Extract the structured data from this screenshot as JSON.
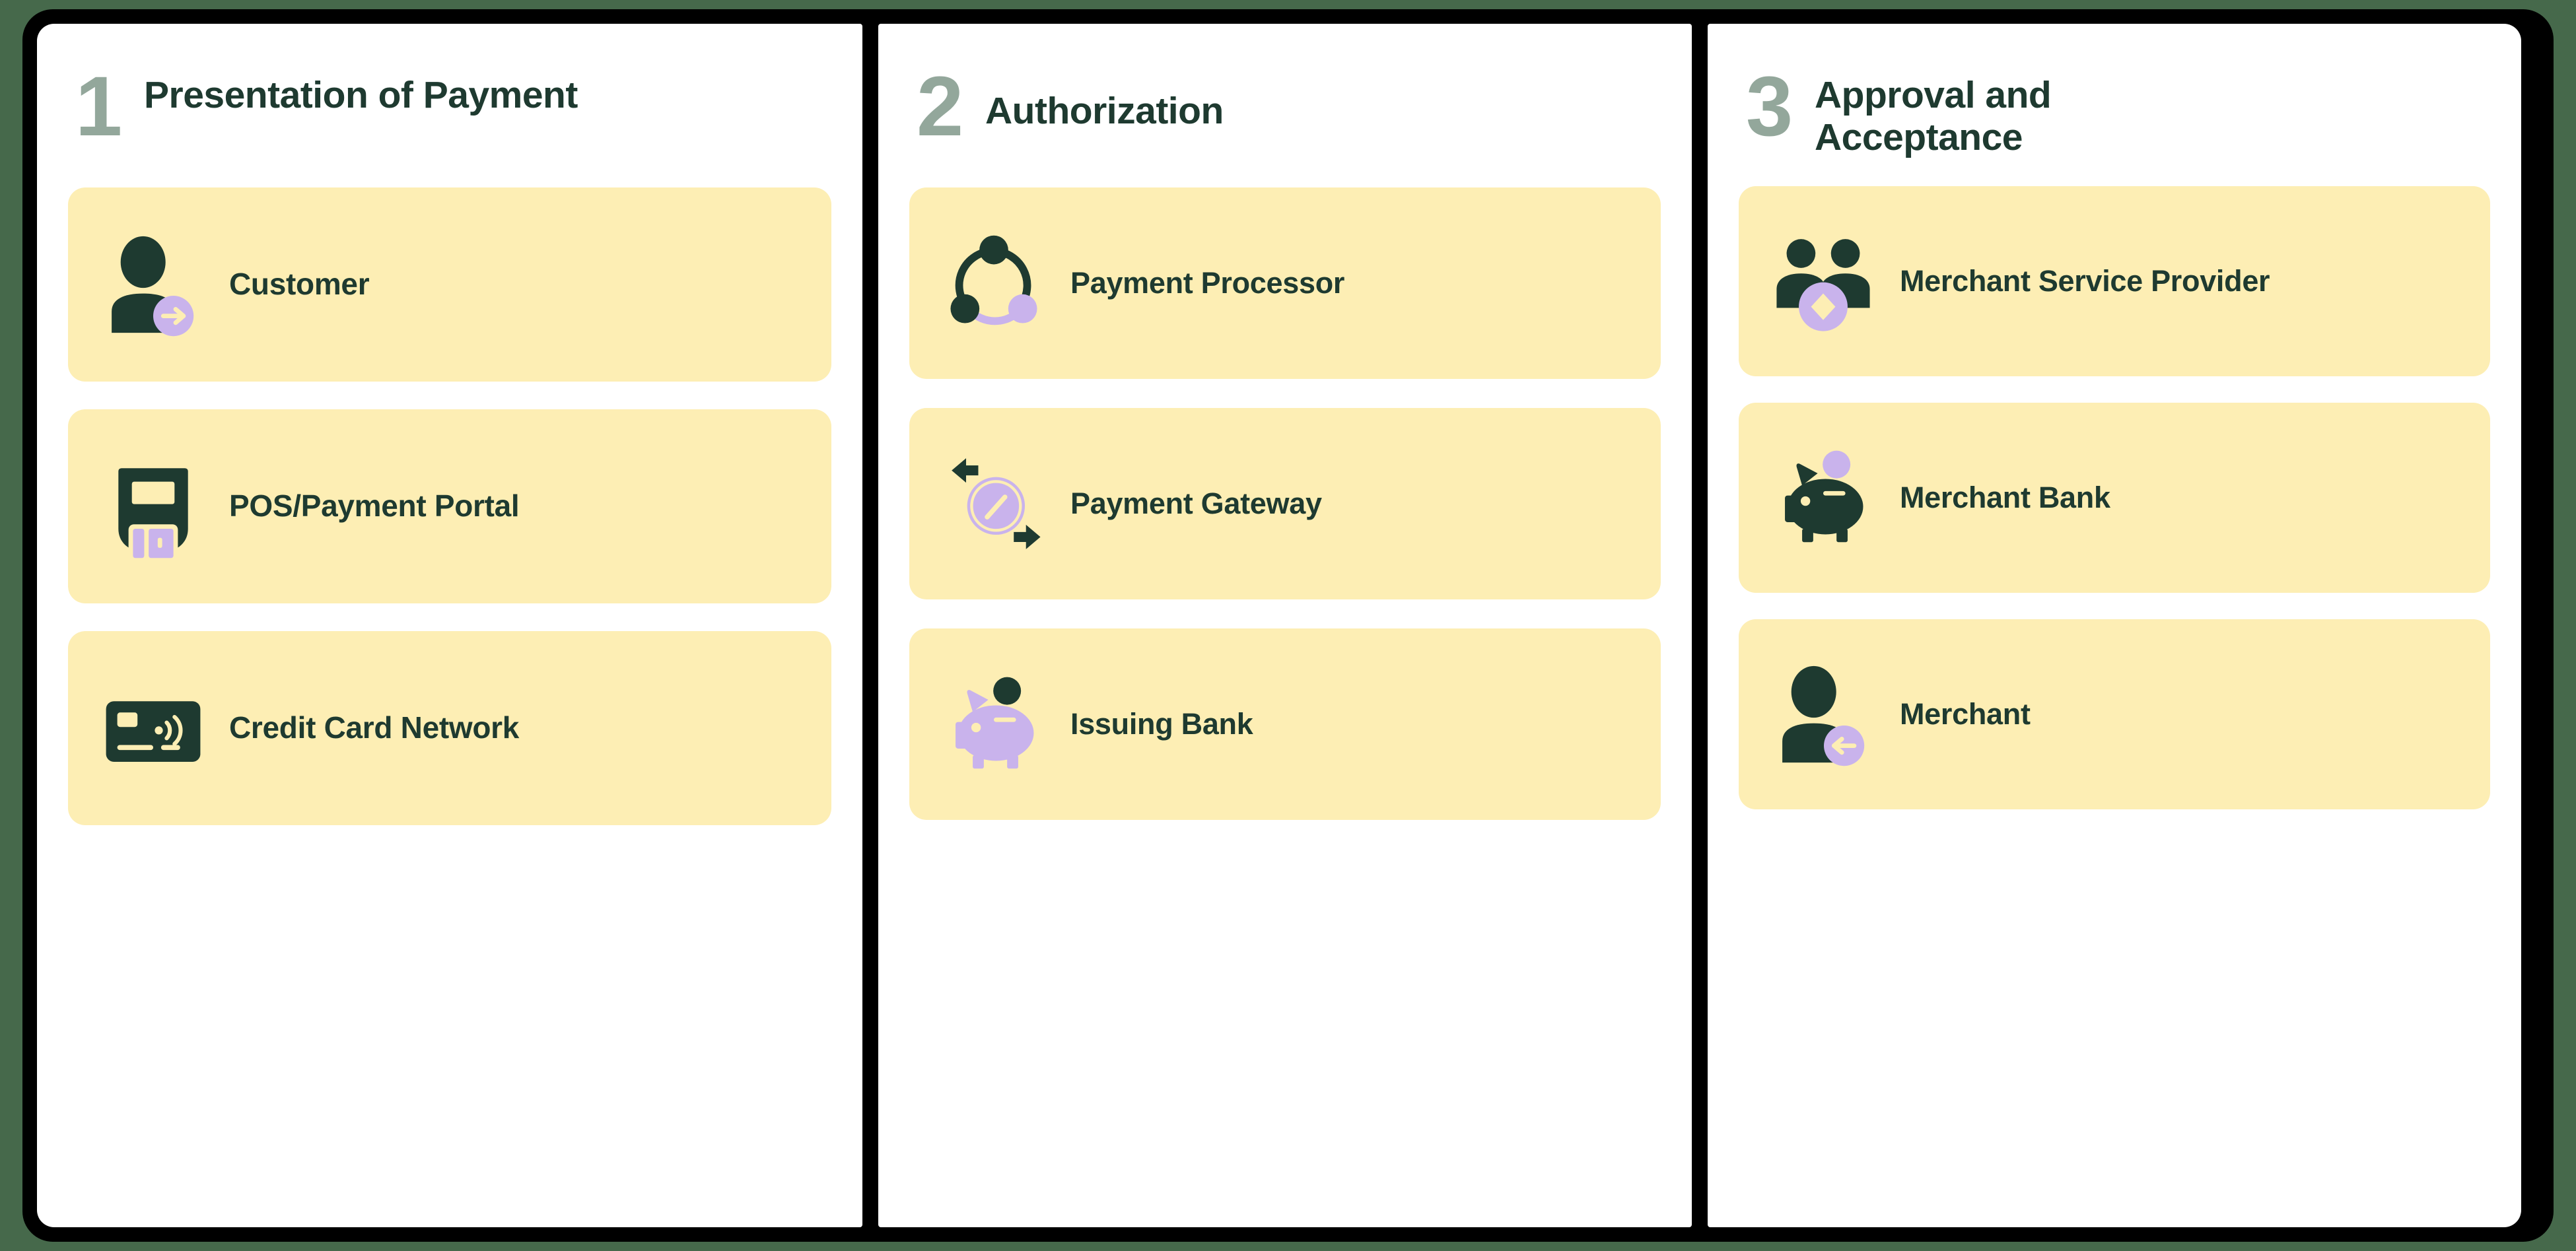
{
  "theme": {
    "background": "#46694B",
    "board_border": "#000000",
    "panel_bg": "#FFFFFF",
    "pill_bg": "#FDEEB4",
    "dark_green": "#1E3A30",
    "lavender": "#C9B3EC",
    "step_number_gray": "#93A79B"
  },
  "panels": [
    {
      "number": "1",
      "title": "Presentation of Payment",
      "rows": [
        {
          "label": "Customer",
          "icon": "person-arrow-right-icon"
        },
        {
          "label": "POS/Payment Portal",
          "icon": "pos-terminal-card-icon"
        },
        {
          "label": "Credit Card Network",
          "icon": "contactless-credit-card-icon"
        }
      ]
    },
    {
      "number": "2",
      "title": "Authorization",
      "rows": [
        {
          "label": "Payment Processor",
          "icon": "network-nodes-icon"
        },
        {
          "label": "Payment Gateway",
          "icon": "gateway-arrows-icon"
        },
        {
          "label": "Issuing Bank",
          "icon": "piggy-bank-lavender-icon"
        }
      ]
    },
    {
      "number": "3",
      "title": "Approval and Acceptance",
      "rows": [
        {
          "label": "Merchant Service Provider",
          "icon": "people-group-diamond-icon"
        },
        {
          "label": "Merchant Bank",
          "icon": "piggy-bank-dark-icon"
        },
        {
          "label": "Merchant",
          "icon": "person-arrow-left-icon"
        }
      ]
    }
  ]
}
